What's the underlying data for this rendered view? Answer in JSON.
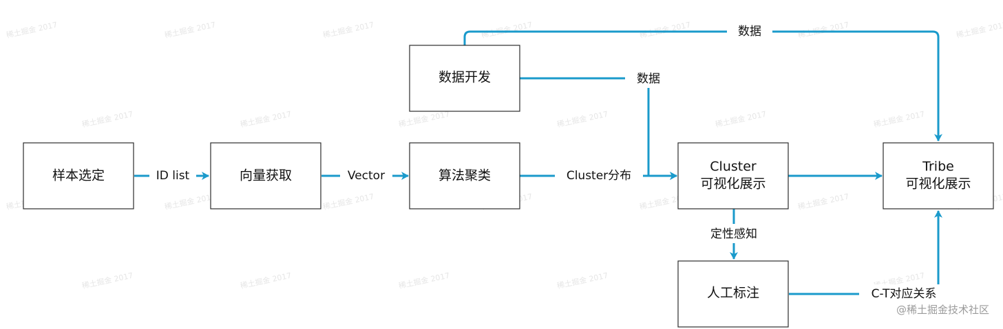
{
  "colors": {
    "edge": "#1a9acb",
    "box_border": "#2b2b2b",
    "text": "#111111",
    "watermark": "#e6e6e6"
  },
  "nodes": {
    "sample_select": "样本选定",
    "vector_fetch": "向量获取",
    "algo_cluster": "算法聚类",
    "data_dev": "数据开发",
    "cluster_vis": {
      "line1": "Cluster",
      "line2": "可视化展示"
    },
    "manual_label": "人工标注",
    "tribe_vis": {
      "line1": "Tribe",
      "line2": "可视化展示"
    }
  },
  "edges": {
    "id_list": "ID list",
    "vector": "Vector",
    "cluster_dist": "Cluster分布",
    "data_top": "数据",
    "data_mid": "数据",
    "qualitative": "定性感知",
    "ct_relation": "C-T对应关系"
  },
  "watermark": {
    "tile_text": "稀土掘金 2017",
    "footer": "@稀土掘金技术社区"
  }
}
